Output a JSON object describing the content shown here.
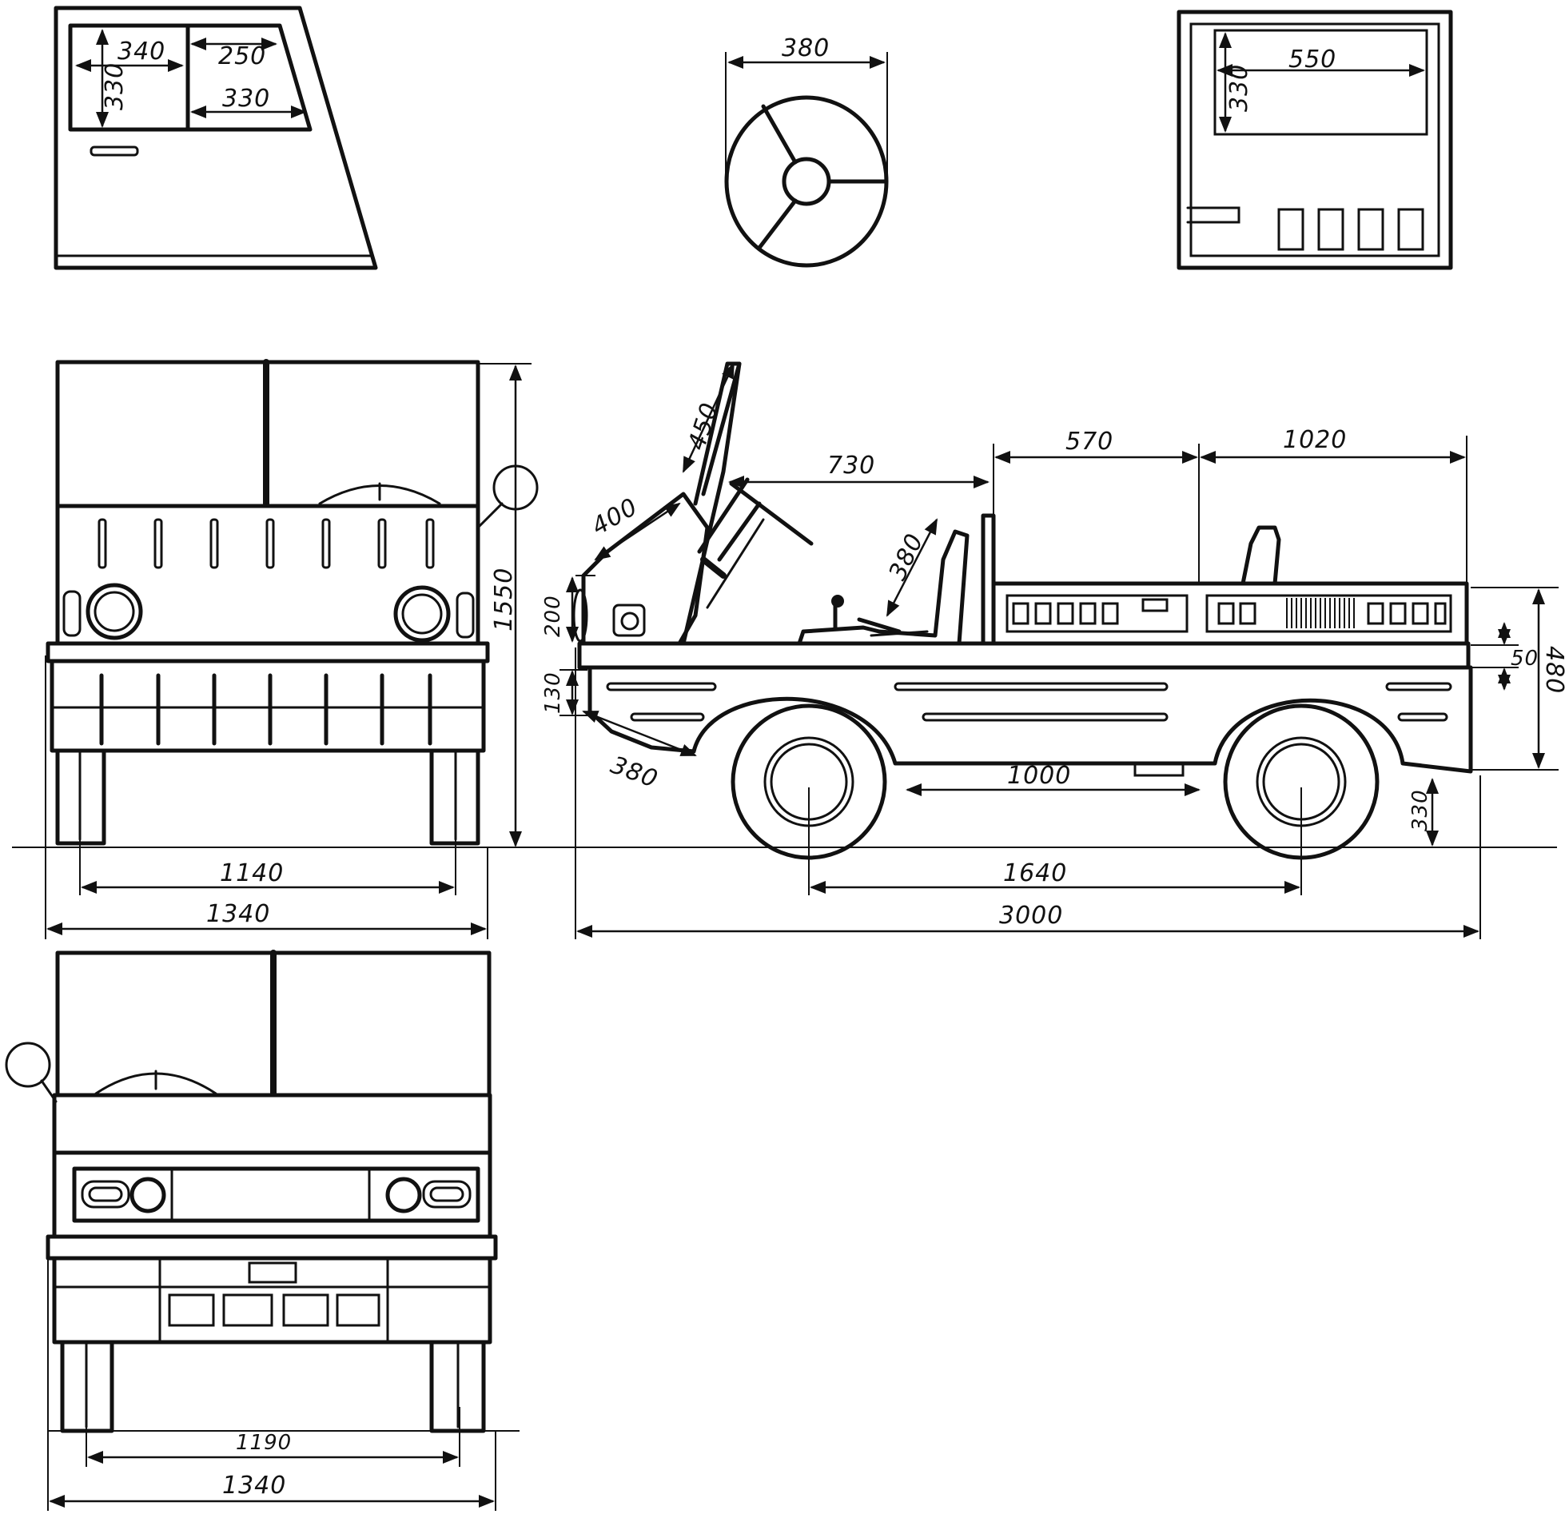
{
  "dimensions": {
    "door_340": "340",
    "door_250": "250",
    "door_330_w": "330",
    "door_330_h": "330",
    "wheel_380": "380",
    "rear_panel_550": "550",
    "rear_panel_330": "330",
    "front_height_1550": "1550",
    "front_track_1140": "1140",
    "front_width_1340": "1340",
    "side_450": "450",
    "side_400": "400",
    "side_730": "730",
    "side_570": "570",
    "side_1020": "1020",
    "side_seat_380": "380",
    "side_200": "200",
    "side_130": "130",
    "side_front_380": "380",
    "side_50": "50",
    "side_480": "480",
    "side_1000": "1000",
    "side_330": "330",
    "wheelbase_1640": "1640",
    "length_3000": "3000",
    "rear_track_1190": "1190",
    "rear_width_1340": "1340"
  }
}
